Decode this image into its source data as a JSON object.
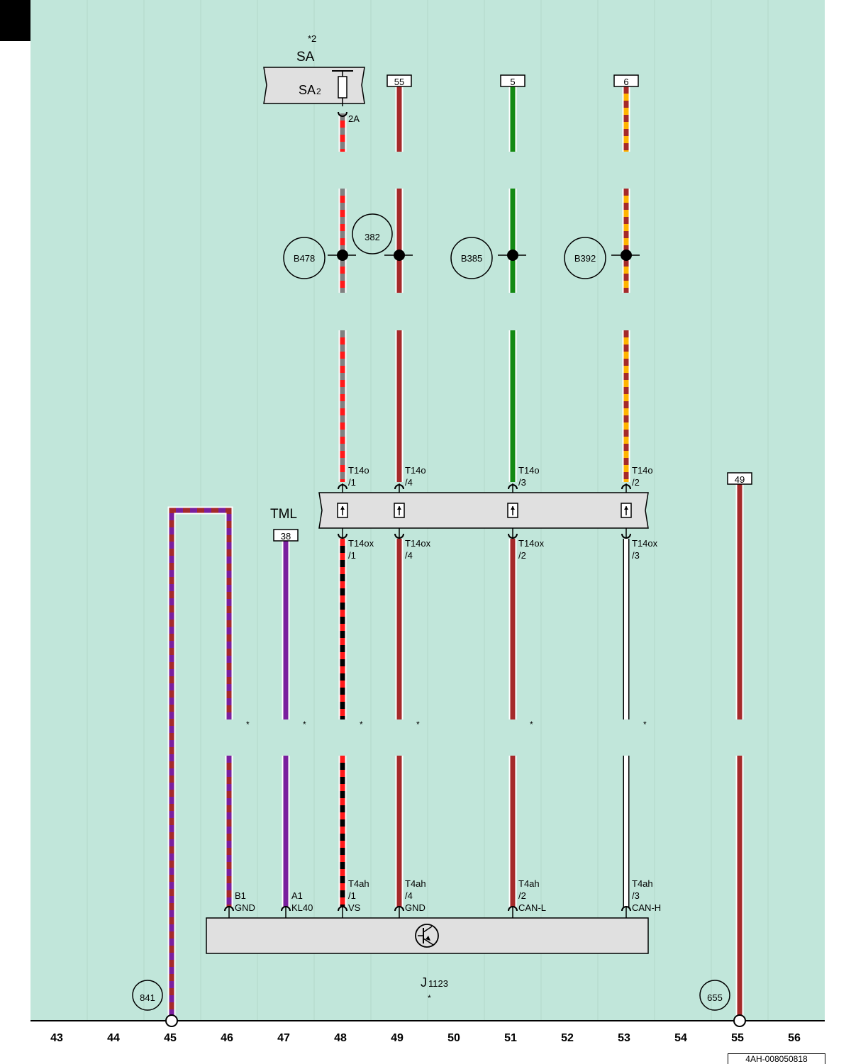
{
  "page_id": "4AH-008050818",
  "grid_numbers": [
    "43",
    "44",
    "45",
    "46",
    "47",
    "48",
    "49",
    "50",
    "51",
    "52",
    "53",
    "54",
    "55",
    "56"
  ],
  "colors": {
    "background": "#c1e6da",
    "wire_brown": "#a52a2a",
    "wire_red": "#ff1a1a",
    "wire_grey": "#808080",
    "wire_green": "#138a13",
    "wire_yellow": "#ffb400",
    "wire_violet": "#7a1f9e",
    "wire_black": "#000000",
    "wire_white": "#ffffff",
    "component_fill": "#e0e0e0"
  },
  "fuse_box": {
    "name": "SA",
    "note": "*2",
    "fuse_label": "SA",
    "fuse_sub": "2",
    "pin": "2A"
  },
  "ref_boxes": {
    "c49": "55",
    "c51": "5",
    "c53": "6",
    "c55": "49",
    "c47": "38"
  },
  "splices": {
    "b478": "B478",
    "s382": "382",
    "b385": "B385",
    "b392": "B392"
  },
  "tml": "TML",
  "connector_top": {
    "c48": [
      "T14o",
      "/1"
    ],
    "c49": [
      "T14o",
      "/4"
    ],
    "c51": [
      "T14o",
      "/3"
    ],
    "c53": [
      "T14o",
      "/2"
    ]
  },
  "connector_bottom": {
    "c48": [
      "T14ox",
      "/1"
    ],
    "c49": [
      "T14ox",
      "/4"
    ],
    "c51": [
      "T14ox",
      "/2"
    ],
    "c53": [
      "T14ox",
      "/3"
    ]
  },
  "asterisk": "*",
  "module_pins": {
    "c46": [
      "B1",
      "GND"
    ],
    "c47": [
      "A1",
      "KL40"
    ],
    "c48": [
      "T4ah",
      "/1",
      "VS"
    ],
    "c49": [
      "T4ah",
      "/4",
      "GND"
    ],
    "c51": [
      "T4ah",
      "/2",
      "CAN-L"
    ],
    "c53": [
      "T4ah",
      "/3",
      "CAN-H"
    ]
  },
  "module": {
    "name": "J",
    "sub": "1123",
    "note": "*"
  },
  "ground_refs": {
    "g841": "841",
    "g655": "655"
  }
}
